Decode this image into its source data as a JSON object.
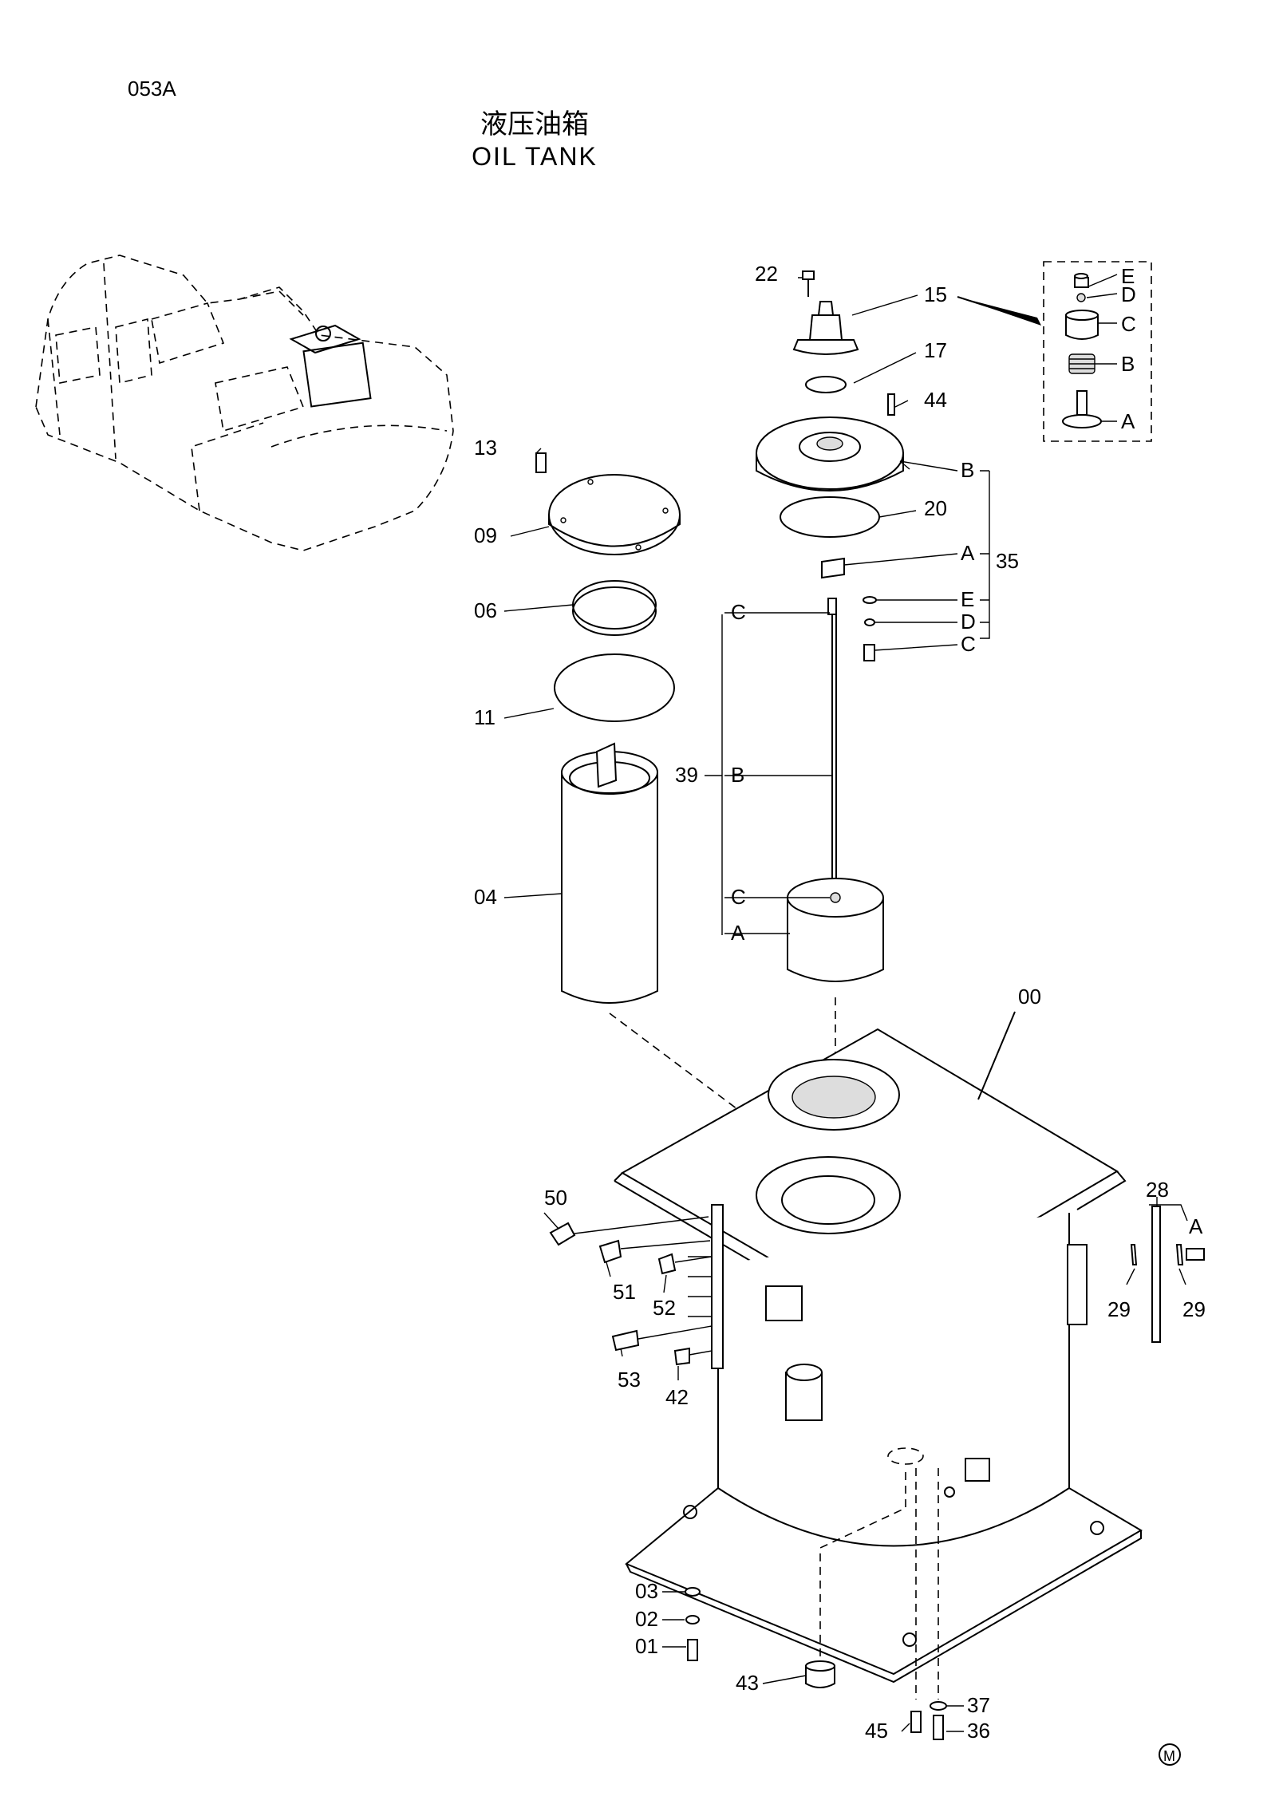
{
  "header": {
    "page_code": "053A",
    "title_cn": "液压油箱",
    "title_en": "OIL  TANK"
  },
  "inset_labels": [
    "E",
    "D",
    "C",
    "B",
    "A"
  ],
  "callouts": {
    "c00": "00",
    "c01": "01",
    "c02": "02",
    "c03": "03",
    "c04": "04",
    "c06": "06",
    "c09": "09",
    "c11": "11",
    "c13": "13",
    "c15": "15",
    "c17": "17",
    "c20": "20",
    "c22": "22",
    "c28": "28",
    "c29a": "29",
    "c29b": "29",
    "c35": "35",
    "c36": "36",
    "c37": "37",
    "c39": "39",
    "c42": "42",
    "c43": "43",
    "c44": "44",
    "c45": "45",
    "c50": "50",
    "c51": "51",
    "c52": "52",
    "c53": "53"
  },
  "sub_labels": {
    "s35b": "B",
    "s35a": "A",
    "s35e": "E",
    "s35d": "D",
    "s35c": "C",
    "s39c1": "C",
    "s39b": "B",
    "s39c2": "C",
    "s39a": "A",
    "s28a": "A"
  },
  "footer_mark": "M"
}
